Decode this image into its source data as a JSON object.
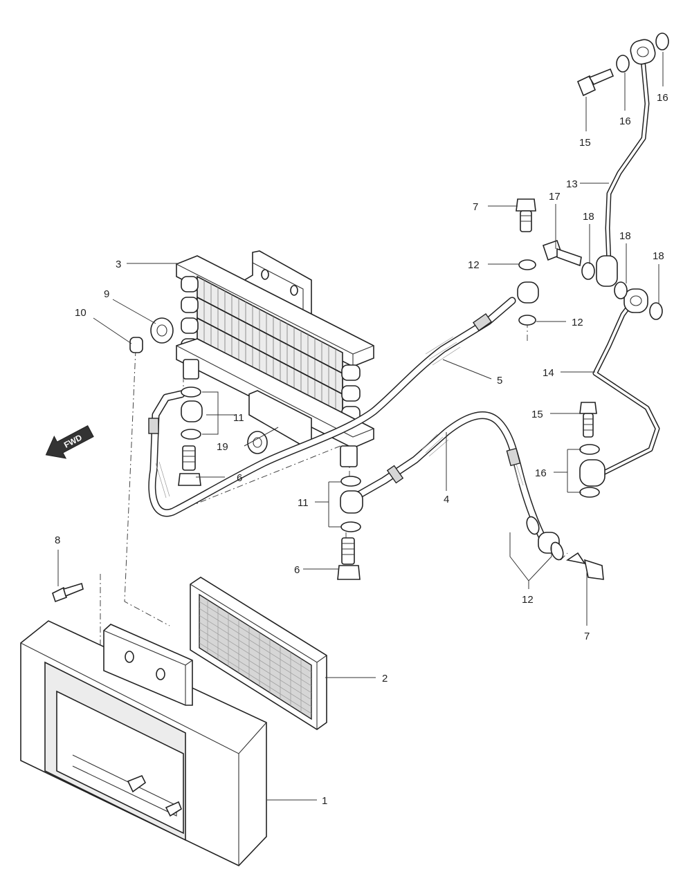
{
  "callouts": {
    "c1": "1",
    "c2": "2",
    "c3": "3",
    "c4": "4",
    "c5": "5",
    "c6a": "6",
    "c6b": "6",
    "c7a": "7",
    "c7b": "7",
    "c8": "8",
    "c9": "9",
    "c10": "10",
    "c11a": "11",
    "c11b": "11",
    "c12a": "12",
    "c12b": "12",
    "c12c": "12",
    "c13": "13",
    "c14": "14",
    "c15a": "15",
    "c15b": "15",
    "c16a": "16",
    "c16b": "16",
    "c16c": "16",
    "c17": "17",
    "c18a": "18",
    "c18b": "18",
    "c18c": "18",
    "c19": "19"
  },
  "direction_label": "FWD"
}
